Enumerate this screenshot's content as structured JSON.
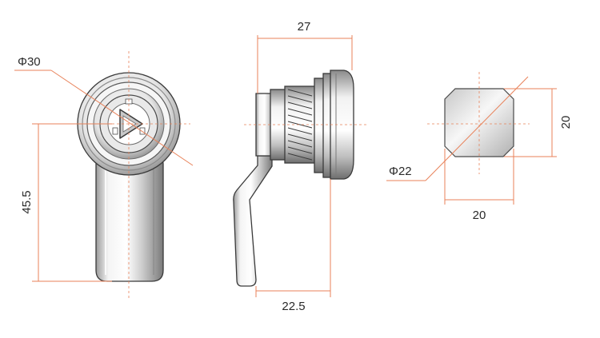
{
  "front_view": {
    "diameter_label": "Φ30",
    "height_label": "45.5"
  },
  "side_view": {
    "overall_length_label": "27",
    "body_length_label": "22.5"
  },
  "cutout_view": {
    "diameter_label": "Φ22",
    "width_label": "20",
    "height_label": "20"
  },
  "colors": {
    "dimension_line": "#e8825a",
    "outline": "#3a3a3a"
  }
}
